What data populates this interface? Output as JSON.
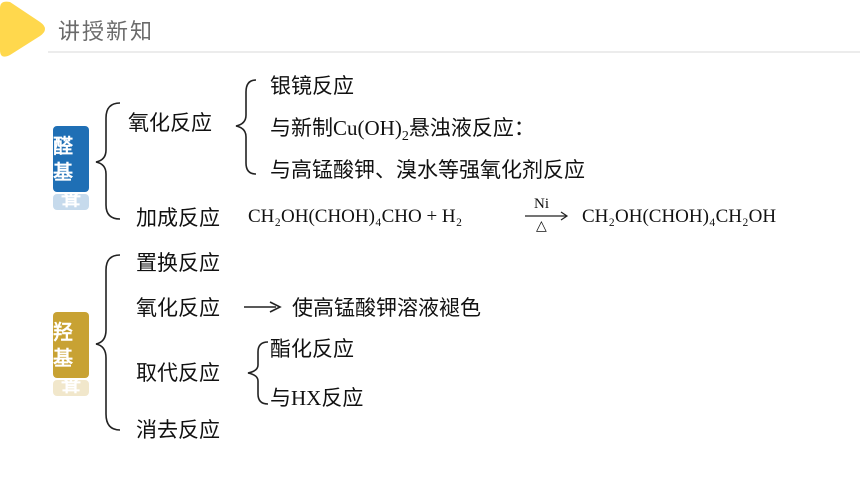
{
  "header": {
    "title": "讲授新知",
    "accent_color": "#ffd84d",
    "line_color": "#e3e3e3"
  },
  "aldehyde": {
    "badge_label": "醛基",
    "badge_color": "#1f6fb5",
    "oxidation": {
      "label": "氧化反应",
      "items": [
        "银镜反应",
        "与新制",
        "Cu(OH)",
        "2",
        "悬浊液反应：",
        "与高锰酸钾、溴水等强氧化剂反应"
      ]
    },
    "addition": {
      "label": "加成反应",
      "reactant": "CH₂OH(CHOH)₄CHO + H₂",
      "catalyst": "Ni",
      "condition": "△",
      "product": "CH₂OH(CHOH)₄CH₂OH"
    }
  },
  "hydroxyl": {
    "badge_label": "羟基",
    "badge_color": "#c8a233",
    "substitution_label": "置换反应",
    "oxidation": {
      "label": "氧化反应",
      "result": "使高锰酸钾溶液褪色"
    },
    "substitution2": {
      "label": "取代反应",
      "items": [
        "酯化反应",
        "与",
        "HX",
        "反应"
      ]
    },
    "elimination_label": "消去反应"
  }
}
